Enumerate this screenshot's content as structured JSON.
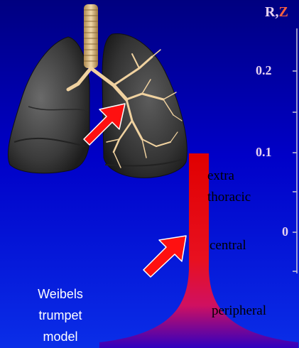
{
  "axis": {
    "title": "R,",
    "ticks": [
      "0.2",
      "0.1",
      "0"
    ]
  },
  "trumpet": {
    "zones": [
      "extra",
      "thoracic",
      "central",
      "peripheral"
    ]
  },
  "caption": [
    "Weibels",
    "trumpet",
    "model"
  ],
  "colors": {
    "background_top": "#000080",
    "background_bottom": "#0a2ee8",
    "trumpet_top": "#e00000",
    "trumpet_bottom": "#3000c0",
    "arrow": "#ff1010",
    "axis_text": "#e6d2f0"
  },
  "icons": [
    "lungs-illustration",
    "arrow-icon"
  ]
}
